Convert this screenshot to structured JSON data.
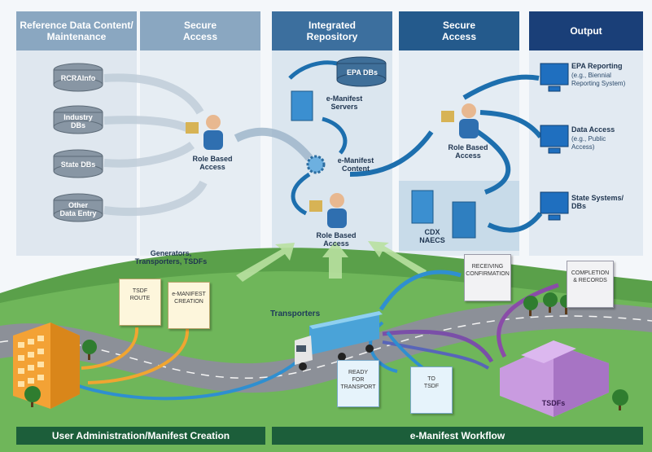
{
  "headers": {
    "reference": "Reference Data Content/\nMaintenance",
    "secure_access_1": "Secure\nAccess",
    "repository": "Integrated\nRepository",
    "secure_access_2": "Secure\nAccess",
    "output": "Output"
  },
  "left_databases": [
    "RCRAInfo",
    "Industry\nDBs",
    "State DBs",
    "Other\nData Entry"
  ],
  "role_based_access": "Role Based\nAccess",
  "repository_items": {
    "epa_dbs": "EPA DBs",
    "emanifest_servers": "e-Manifest\nServers",
    "emanifest_content": "e-Manifest\nContent"
  },
  "cdx": "CDX\nNAECS",
  "outputs": [
    {
      "label": "EPA Reporting",
      "sub": "(e.g., Biennial\nReporting System)"
    },
    {
      "label": "Data Access",
      "sub": "(e.g., Public\nAccess)"
    },
    {
      "label": "State Systems/\nDBs",
      "sub": ""
    }
  ],
  "left_docs": {
    "caption": "Generators,\nTransporters, TSDFs",
    "doc1": "TSDF\nROUTE",
    "doc2": "e-MANIFEST\nCREATION"
  },
  "right_docs": {
    "doc1": "RECEIVING\nCONFIRMATION",
    "doc2": "COMPLETION\n& RECORDS"
  },
  "transporters": "Transporters",
  "truck_docs": {
    "doc1": "READY\nFOR\nTRANSPORT",
    "doc2": "TO\nTSDF"
  },
  "tsdf_label": "TSDFs",
  "bottom": {
    "left": "User Administration/Manifest Creation",
    "right": "e-Manifest Workflow"
  }
}
